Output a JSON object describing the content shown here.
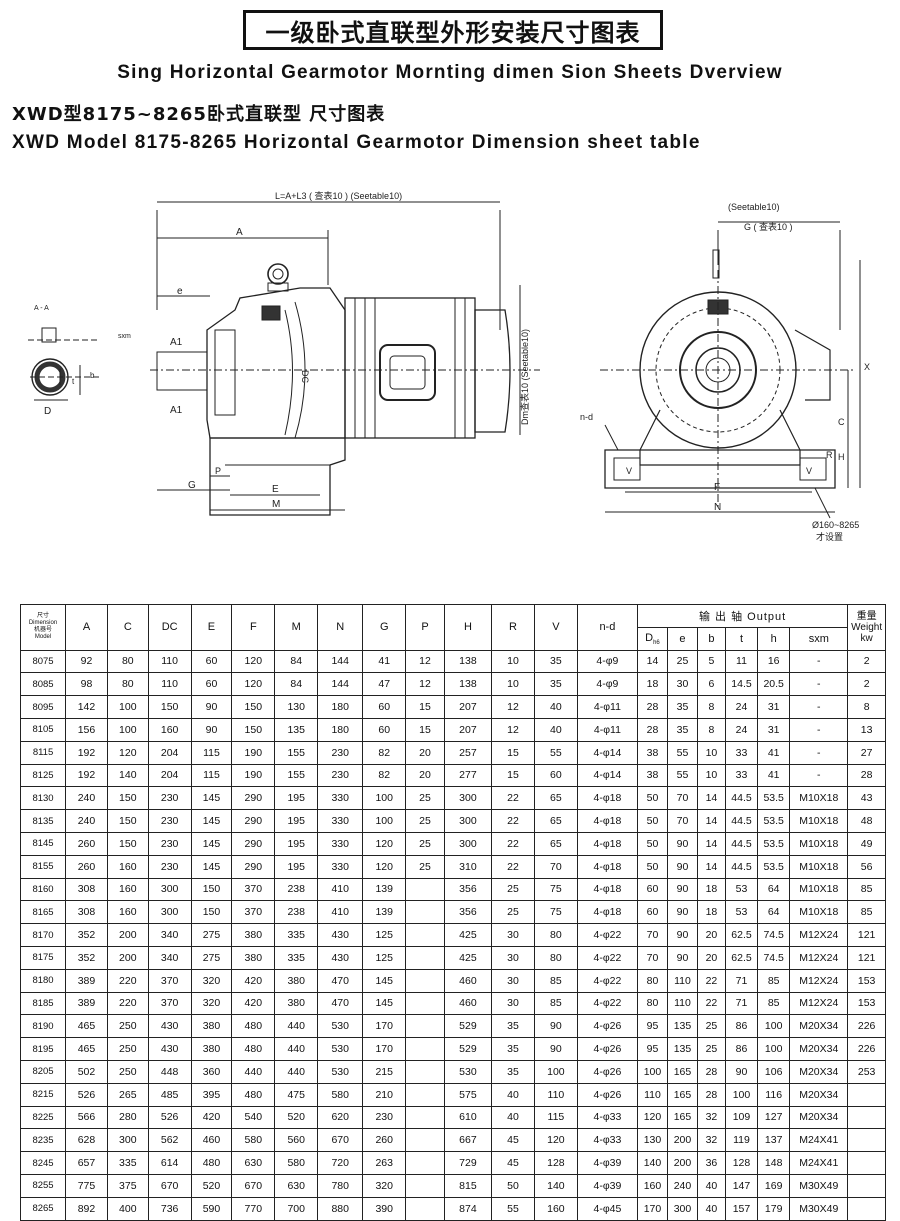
{
  "header": {
    "title_cn": "一级卧式直联型外形安装尺寸图表",
    "subtitle_en": "Sing Horizontal Gearmotor Mornting dimen Sion Sheets Dverview",
    "model_line_cn": "XWD型8175~8265卧式直联型   尺寸图表",
    "model_line_en": "XWD Model 8175-8265 Horizontal Gearmotor Dimension sheet table"
  },
  "drawing": {
    "label_length": "L=A+L3 ( 查表10 ) (Seetable10)",
    "label_A": "A",
    "label_e": "e",
    "label_A1_top": "A1",
    "label_A1_bottom": "A1",
    "label_DC": "DC",
    "label_dm": "Dm查表10 (Seetable10)",
    "label_G": "G",
    "label_P": "P",
    "label_E": "E",
    "label_M": "M",
    "label_sxm": "sxm",
    "section_label": "A - A",
    "label_D": "D",
    "label_t": "t",
    "label_b": "b",
    "label_G_right_en": "(Seetable10)",
    "label_G_right_cn": "G ( 查表10 )",
    "label_nd": "n-d",
    "label_V_left": "V",
    "label_V_right": "V",
    "label_F": "F",
    "label_N": "N",
    "label_X": "X",
    "label_C": "C",
    "label_H": "H",
    "label_R": "R",
    "note_line1": "Ø160~8265",
    "note_line2": "才设置"
  },
  "table": {
    "model_header": [
      "尺寸",
      "Dimension",
      "机器号",
      "Model"
    ],
    "columns": [
      "A",
      "C",
      "DC",
      "E",
      "F",
      "M",
      "N",
      "G",
      "P",
      "H",
      "R",
      "V",
      "n-d"
    ],
    "output_header": "输 出 轴 Output",
    "output_columns": [
      "D",
      "e",
      "b",
      "t",
      "h",
      "sxm"
    ],
    "d_subscript": "h6",
    "weight_header": [
      "重量",
      "Weight",
      "kw"
    ],
    "rows": [
      [
        "8075",
        "92",
        "80",
        "110",
        "60",
        "120",
        "84",
        "144",
        "41",
        "12",
        "138",
        "10",
        "35",
        "4-φ9",
        "14",
        "25",
        "5",
        "11",
        "16",
        "-",
        "2"
      ],
      [
        "8085",
        "98",
        "80",
        "110",
        "60",
        "120",
        "84",
        "144",
        "47",
        "12",
        "138",
        "10",
        "35",
        "4-φ9",
        "18",
        "30",
        "6",
        "14.5",
        "20.5",
        "-",
        "2"
      ],
      [
        "8095",
        "142",
        "100",
        "150",
        "90",
        "150",
        "130",
        "180",
        "60",
        "15",
        "207",
        "12",
        "40",
        "4-φ11",
        "28",
        "35",
        "8",
        "24",
        "31",
        "-",
        "8"
      ],
      [
        "8105",
        "156",
        "100",
        "160",
        "90",
        "150",
        "135",
        "180",
        "60",
        "15",
        "207",
        "12",
        "40",
        "4-φ11",
        "28",
        "35",
        "8",
        "24",
        "31",
        "-",
        "13"
      ],
      [
        "8115",
        "192",
        "120",
        "204",
        "115",
        "190",
        "155",
        "230",
        "82",
        "20",
        "257",
        "15",
        "55",
        "4-φ14",
        "38",
        "55",
        "10",
        "33",
        "41",
        "-",
        "27"
      ],
      [
        "8125",
        "192",
        "140",
        "204",
        "115",
        "190",
        "155",
        "230",
        "82",
        "20",
        "277",
        "15",
        "60",
        "4-φ14",
        "38",
        "55",
        "10",
        "33",
        "41",
        "-",
        "28"
      ],
      [
        "8130",
        "240",
        "150",
        "230",
        "145",
        "290",
        "195",
        "330",
        "100",
        "25",
        "300",
        "22",
        "65",
        "4-φ18",
        "50",
        "70",
        "14",
        "44.5",
        "53.5",
        "M10X18",
        "43"
      ],
      [
        "8135",
        "240",
        "150",
        "230",
        "145",
        "290",
        "195",
        "330",
        "100",
        "25",
        "300",
        "22",
        "65",
        "4-φ18",
        "50",
        "70",
        "14",
        "44.5",
        "53.5",
        "M10X18",
        "48"
      ],
      [
        "8145",
        "260",
        "150",
        "230",
        "145",
        "290",
        "195",
        "330",
        "120",
        "25",
        "300",
        "22",
        "65",
        "4-φ18",
        "50",
        "90",
        "14",
        "44.5",
        "53.5",
        "M10X18",
        "49"
      ],
      [
        "8155",
        "260",
        "160",
        "230",
        "145",
        "290",
        "195",
        "330",
        "120",
        "25",
        "310",
        "22",
        "70",
        "4-φ18",
        "50",
        "90",
        "14",
        "44.5",
        "53.5",
        "M10X18",
        "56"
      ],
      [
        "8160",
        "308",
        "160",
        "300",
        "150",
        "370",
        "238",
        "410",
        "139",
        "",
        "356",
        "25",
        "75",
        "4-φ18",
        "60",
        "90",
        "18",
        "53",
        "64",
        "M10X18",
        "85"
      ],
      [
        "8165",
        "308",
        "160",
        "300",
        "150",
        "370",
        "238",
        "410",
        "139",
        "",
        "356",
        "25",
        "75",
        "4-φ18",
        "60",
        "90",
        "18",
        "53",
        "64",
        "M10X18",
        "85"
      ],
      [
        "8170",
        "352",
        "200",
        "340",
        "275",
        "380",
        "335",
        "430",
        "125",
        "",
        "425",
        "30",
        "80",
        "4-φ22",
        "70",
        "90",
        "20",
        "62.5",
        "74.5",
        "M12X24",
        "121"
      ],
      [
        "8175",
        "352",
        "200",
        "340",
        "275",
        "380",
        "335",
        "430",
        "125",
        "",
        "425",
        "30",
        "80",
        "4-φ22",
        "70",
        "90",
        "20",
        "62.5",
        "74.5",
        "M12X24",
        "121"
      ],
      [
        "8180",
        "389",
        "220",
        "370",
        "320",
        "420",
        "380",
        "470",
        "145",
        "",
        "460",
        "30",
        "85",
        "4-φ22",
        "80",
        "110",
        "22",
        "71",
        "85",
        "M12X24",
        "153"
      ],
      [
        "8185",
        "389",
        "220",
        "370",
        "320",
        "420",
        "380",
        "470",
        "145",
        "",
        "460",
        "30",
        "85",
        "4-φ22",
        "80",
        "110",
        "22",
        "71",
        "85",
        "M12X24",
        "153"
      ],
      [
        "8190",
        "465",
        "250",
        "430",
        "380",
        "480",
        "440",
        "530",
        "170",
        "",
        "529",
        "35",
        "90",
        "4-φ26",
        "95",
        "135",
        "25",
        "86",
        "100",
        "M20X34",
        "226"
      ],
      [
        "8195",
        "465",
        "250",
        "430",
        "380",
        "480",
        "440",
        "530",
        "170",
        "",
        "529",
        "35",
        "90",
        "4-φ26",
        "95",
        "135",
        "25",
        "86",
        "100",
        "M20X34",
        "226"
      ],
      [
        "8205",
        "502",
        "250",
        "448",
        "360",
        "440",
        "440",
        "530",
        "215",
        "",
        "530",
        "35",
        "100",
        "4-φ26",
        "100",
        "165",
        "28",
        "90",
        "106",
        "M20X34",
        "253"
      ],
      [
        "8215",
        "526",
        "265",
        "485",
        "395",
        "480",
        "475",
        "580",
        "210",
        "",
        "575",
        "40",
        "110",
        "4-φ26",
        "110",
        "165",
        "28",
        "100",
        "116",
        "M20X34",
        ""
      ],
      [
        "8225",
        "566",
        "280",
        "526",
        "420",
        "540",
        "520",
        "620",
        "230",
        "",
        "610",
        "40",
        "115",
        "4-φ33",
        "120",
        "165",
        "32",
        "109",
        "127",
        "M20X34",
        ""
      ],
      [
        "8235",
        "628",
        "300",
        "562",
        "460",
        "580",
        "560",
        "670",
        "260",
        "",
        "667",
        "45",
        "120",
        "4-φ33",
        "130",
        "200",
        "32",
        "119",
        "137",
        "M24X41",
        ""
      ],
      [
        "8245",
        "657",
        "335",
        "614",
        "480",
        "630",
        "580",
        "720",
        "263",
        "",
        "729",
        "45",
        "128",
        "4-φ39",
        "140",
        "200",
        "36",
        "128",
        "148",
        "M24X41",
        ""
      ],
      [
        "8255",
        "775",
        "375",
        "670",
        "520",
        "670",
        "630",
        "780",
        "320",
        "",
        "815",
        "50",
        "140",
        "4-φ39",
        "160",
        "240",
        "40",
        "147",
        "169",
        "M30X49",
        ""
      ],
      [
        "8265",
        "892",
        "400",
        "736",
        "590",
        "770",
        "700",
        "880",
        "390",
        "",
        "874",
        "55",
        "160",
        "4-φ45",
        "170",
        "300",
        "40",
        "157",
        "179",
        "M30X49",
        ""
      ]
    ]
  }
}
